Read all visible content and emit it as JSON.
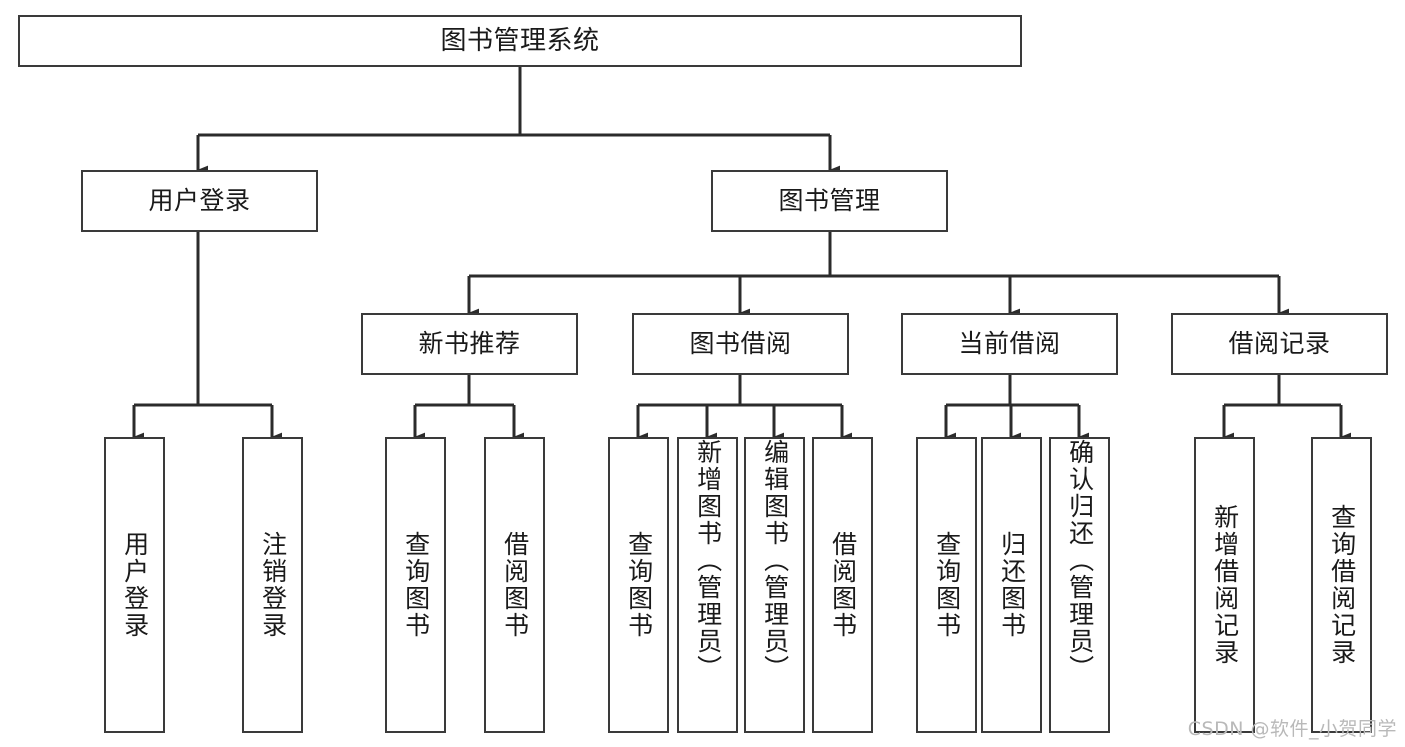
{
  "diagram": {
    "type": "tree-hierarchy-chart",
    "title": "图书管理系统",
    "watermark": "CSDN @软件_小贺同学",
    "colors": {
      "box_border": "#3a3a3a",
      "box_fill": "#ffffff",
      "connector": "#2b2b2b",
      "text": "#1a1a1a",
      "watermark": "#b9b9b9",
      "background": "#ffffff"
    },
    "levels": {
      "level1": "root",
      "level2": "modules",
      "level3": "submodules",
      "level4": "functions"
    },
    "nodes": {
      "root": {
        "label": "图书管理系统",
        "orientation": "horizontal"
      },
      "user_login": {
        "label": "用户登录",
        "orientation": "horizontal"
      },
      "book_manage": {
        "label": "图书管理",
        "orientation": "horizontal"
      },
      "new_book_rec": {
        "label": "新书推荐",
        "orientation": "horizontal"
      },
      "book_borrow": {
        "label": "图书借阅",
        "orientation": "horizontal"
      },
      "current_borrow": {
        "label": "当前借阅",
        "orientation": "horizontal"
      },
      "borrow_record": {
        "label": "借阅记录",
        "orientation": "horizontal"
      },
      "leaf_user_login": {
        "label": "用户登录",
        "orientation": "vertical"
      },
      "leaf_logout": {
        "label": "注销登录",
        "orientation": "vertical"
      },
      "leaf_query_book_a": {
        "label": "查询图书",
        "orientation": "vertical"
      },
      "leaf_borrow_book_a": {
        "label": "借阅图书",
        "orientation": "vertical"
      },
      "leaf_query_book_b": {
        "label": "查询图书",
        "orientation": "vertical"
      },
      "leaf_add_book": {
        "label": "新增图书（管理员）",
        "orientation": "vertical"
      },
      "leaf_edit_book": {
        "label": "编辑图书（管理员）",
        "orientation": "vertical"
      },
      "leaf_borrow_book_b": {
        "label": "借阅图书",
        "orientation": "vertical"
      },
      "leaf_query_book_c": {
        "label": "查询图书",
        "orientation": "vertical"
      },
      "leaf_return_book": {
        "label": "归还图书",
        "orientation": "vertical"
      },
      "leaf_confirm_return": {
        "label": "确认归还（管理员）",
        "orientation": "vertical"
      },
      "leaf_add_record": {
        "label": "新增借阅记录",
        "orientation": "vertical"
      },
      "leaf_query_record": {
        "label": "查询借阅记录",
        "orientation": "vertical"
      }
    },
    "edges": [
      {
        "from": "root",
        "to": "user_login"
      },
      {
        "from": "root",
        "to": "book_manage"
      },
      {
        "from": "user_login",
        "to": "leaf_user_login"
      },
      {
        "from": "user_login",
        "to": "leaf_logout"
      },
      {
        "from": "book_manage",
        "to": "new_book_rec"
      },
      {
        "from": "book_manage",
        "to": "book_borrow"
      },
      {
        "from": "book_manage",
        "to": "current_borrow"
      },
      {
        "from": "book_manage",
        "to": "borrow_record"
      },
      {
        "from": "new_book_rec",
        "to": "leaf_query_book_a"
      },
      {
        "from": "new_book_rec",
        "to": "leaf_borrow_book_a"
      },
      {
        "from": "book_borrow",
        "to": "leaf_query_book_b"
      },
      {
        "from": "book_borrow",
        "to": "leaf_add_book"
      },
      {
        "from": "book_borrow",
        "to": "leaf_edit_book"
      },
      {
        "from": "book_borrow",
        "to": "leaf_borrow_book_b"
      },
      {
        "from": "current_borrow",
        "to": "leaf_query_book_c"
      },
      {
        "from": "current_borrow",
        "to": "leaf_return_book"
      },
      {
        "from": "current_borrow",
        "to": "leaf_confirm_return"
      },
      {
        "from": "borrow_record",
        "to": "leaf_add_record"
      },
      {
        "from": "borrow_record",
        "to": "leaf_query_record"
      }
    ]
  }
}
